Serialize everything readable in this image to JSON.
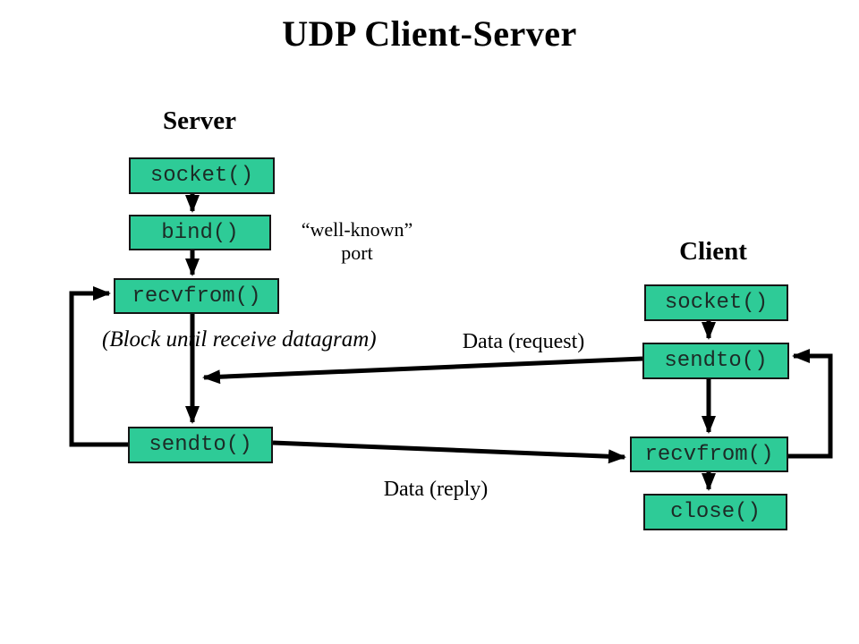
{
  "title": "UDP Client-Server",
  "server": {
    "heading": "Server",
    "nodes": [
      {
        "label": "socket()"
      },
      {
        "label": "bind()"
      },
      {
        "label": "recvfrom()"
      },
      {
        "label": "sendto()"
      }
    ]
  },
  "client": {
    "heading": "Client",
    "nodes": [
      {
        "label": "socket()"
      },
      {
        "label": "sendto()"
      },
      {
        "label": "recvfrom()"
      },
      {
        "label": "close()"
      }
    ]
  },
  "annotations": {
    "well_known_line1": "“well-known”",
    "well_known_line2": "port",
    "block_note": "(Block until receive datagram)",
    "data_request": "Data (request)",
    "data_reply": "Data (reply)"
  },
  "colors": {
    "box_fill": "#2ecb97",
    "box_border": "#151515",
    "arrow": "#000000"
  }
}
